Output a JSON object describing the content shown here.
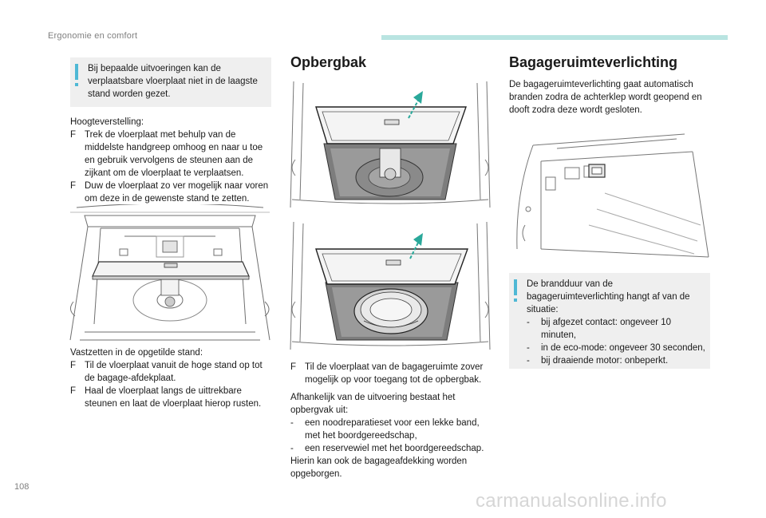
{
  "header": {
    "section": "Ergonomie en comfort",
    "accent_color": "#b9e4e1"
  },
  "page_number": "108",
  "watermark": "carmanualsonline.info",
  "col1": {
    "note": "Bij bepaalde uitvoeringen kan de verplaatsbare vloerplaat niet in de laagste stand worden gezet.",
    "height_title": "Hoogteverstelling:",
    "height_steps": [
      "Trek de vloerplaat met behulp van de middelste handgreep omhoog en naar u toe en gebruik vervolgens de steunen aan de zijkant om de vloerplaat te verplaatsen.",
      "Duw de vloerplaat zo ver mogelijk naar voren om deze in de gewenste stand te zetten."
    ],
    "lock_title": "Vastzetten in de opgetilde stand:",
    "lock_steps": [
      "Til de vloerplaat vanuit de hoge stand op tot de bagage-afdekplaat.",
      "Haal de vloerplaat langs de uittrekbare steunen en laat de vloerplaat hierop rusten."
    ],
    "bullet_glyph": "F"
  },
  "col2": {
    "title": "Opbergbak",
    "step": "Til de vloerplaat van de bagageruimte zover mogelijk op voor toegang tot de opbergbak.",
    "intro": "Afhankelijk van de uitvoering bestaat het opbergvak uit:",
    "options": [
      "een noodreparatieset voor een lekke band, met het boordgereedschap,",
      "een reservewiel met het boordgereedschap."
    ],
    "outro": "Hierin kan ook de bagageafdekking worden opgeborgen."
  },
  "col3": {
    "title": "Bagageruimteverlichting",
    "text": "De bagageruimteverlichting gaat automatisch branden zodra de achterklep wordt geopend en dooft zodra deze wordt gesloten.",
    "note_title": "De brandduur van de bagageruimteverlichting hangt af van de situatie:",
    "note_items": [
      "bij afgezet contact: ongeveer 10 minuten,",
      "in de eco-mode: ongeveer 30 seconden,",
      "bij draaiende motor: onbeperkt."
    ]
  },
  "colors": {
    "note_bg": "#efefef",
    "note_marker": "#4fb8d5",
    "arrow": "#2aa89a"
  }
}
